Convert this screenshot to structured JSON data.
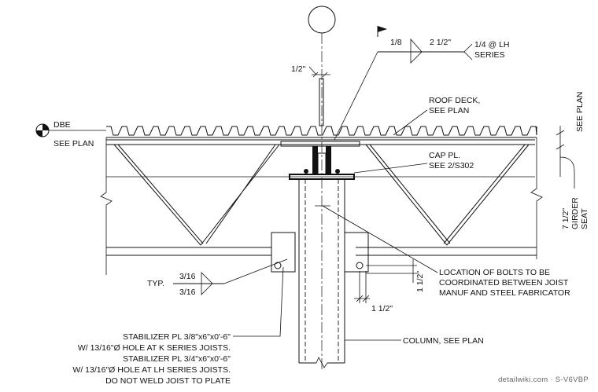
{
  "drawing": {
    "grid_bubble": "",
    "labels": {
      "weld_top_left": "1/8",
      "weld_top_mid": "2 1/2\"",
      "weld_top_right_1": "1/4 @ LH",
      "weld_top_right_2": "SERIES",
      "half_inch": "1/2\"",
      "roof_deck_1": "ROOF DECK,",
      "roof_deck_2": "SEE PLAN",
      "see_plan_right": "SEE PLAN",
      "dbe": "DBE",
      "dbe_see_plan": "SEE PLAN",
      "cap_pl_1": "CAP PL.",
      "cap_pl_2": "SEE 2/S302",
      "girder_seat_1": "7 1/2\"",
      "girder_seat_2": "GIRDER",
      "girder_seat_3": "SEAT",
      "bolts_1": "LOCATION OF BOLTS TO BE",
      "bolts_2": "COORDINATED BETWEEN JOIST",
      "bolts_3": "MANUF AND STEEL FABRICATOR",
      "typ": "TYP.",
      "weld_typ_top": "3/16",
      "weld_typ_bottom": "3/16",
      "dim_vert": "1 1/2\"",
      "dim_horiz": "1 1/2\"",
      "stab_1": "STABILIZER PL 3/8\"x6\"x0'-6\"",
      "stab_2": "W/ 13/16\"Ø HOLE AT K SERIES JOISTS.",
      "stab_3": "STABILIZER PL 3/4\"x6\"x0'-6\"",
      "stab_4": "W/ 13/16\"Ø HOLE AT LH SERIES JOISTS.",
      "stab_5": "DO NOT WELD JOIST TO PLATE",
      "column": "COLUMN, SEE PLAN",
      "watermark": "detailwiki.com · S-V6VBP"
    }
  }
}
